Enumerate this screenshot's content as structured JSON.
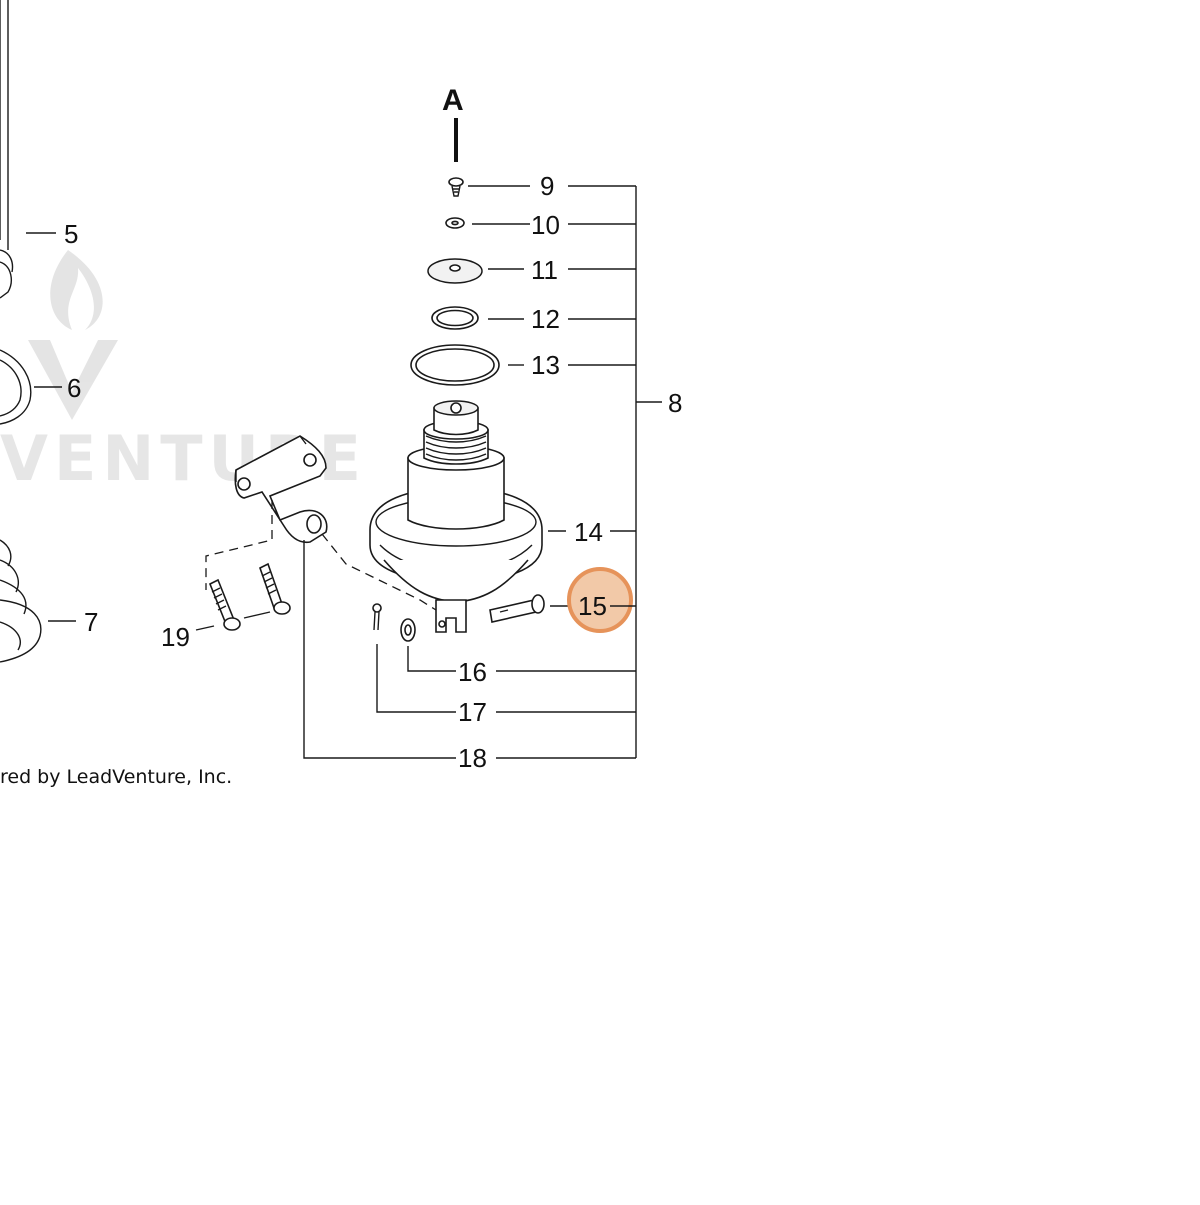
{
  "diagram": {
    "section_marker": "A",
    "credit": "red by LeadVenture, Inc.",
    "watermark": "VENTURE",
    "callouts": {
      "c5": "5",
      "c6": "6",
      "c7": "7",
      "c8": "8",
      "c9": "9",
      "c10": "10",
      "c11": "11",
      "c12": "12",
      "c13": "13",
      "c14": "14",
      "c15": "15",
      "c16": "16",
      "c17": "17",
      "c18": "18",
      "c19": "19"
    },
    "highlighted_callout": "15",
    "highlight_color": "#e6935a",
    "highlight_fill": "#f2c9a8"
  }
}
